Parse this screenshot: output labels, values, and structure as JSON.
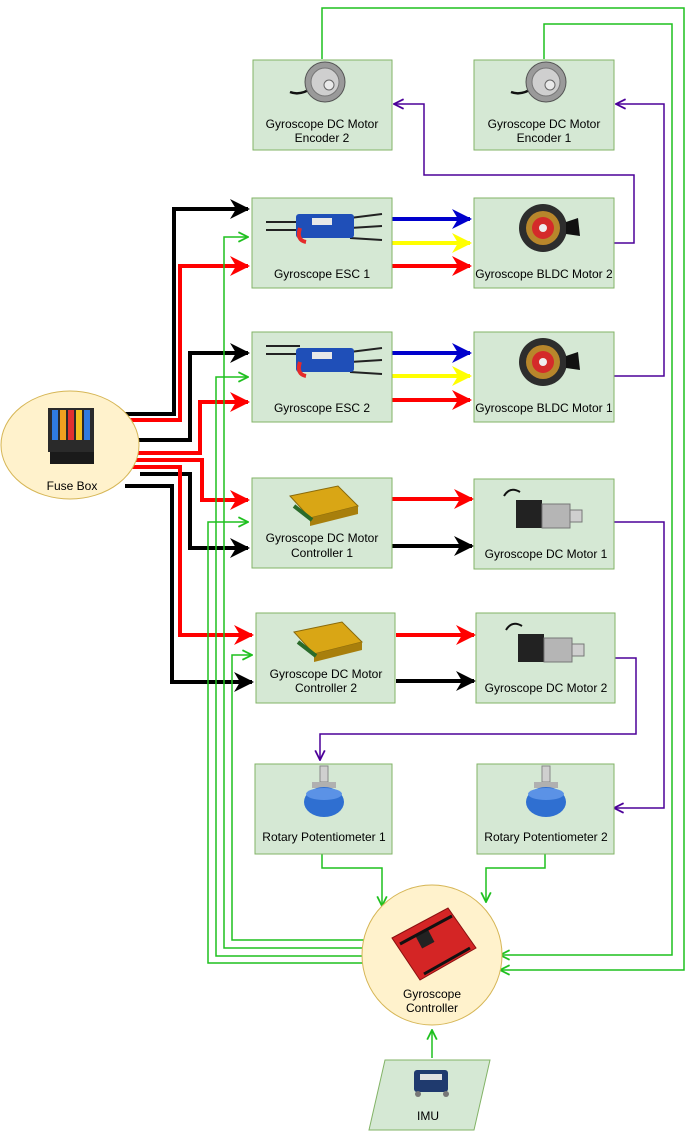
{
  "nodes": {
    "encoder2": {
      "label_lines": [
        "Gyroscope DC Motor",
        "Encoder 2"
      ],
      "icon": "encoder-icon"
    },
    "encoder1": {
      "label_lines": [
        "Gyroscope DC Motor",
        "Encoder 1"
      ],
      "icon": "encoder-icon"
    },
    "esc1": {
      "label_lines": [
        "Gyroscope ESC 1"
      ],
      "icon": "esc-icon"
    },
    "esc2": {
      "label_lines": [
        "Gyroscope ESC 2"
      ],
      "icon": "esc-icon"
    },
    "bldc2": {
      "label_lines": [
        "Gyroscope BLDC Motor 2"
      ],
      "icon": "bldc-motor-icon"
    },
    "bldc1": {
      "label_lines": [
        "Gyroscope BLDC Motor 1"
      ],
      "icon": "bldc-motor-icon"
    },
    "dcctrl1": {
      "label_lines": [
        "Gyroscope DC Motor",
        "Controller 1"
      ],
      "icon": "motor-controller-icon"
    },
    "dcctrl2": {
      "label_lines": [
        "Gyroscope DC Motor",
        "Controller 2"
      ],
      "icon": "motor-controller-icon"
    },
    "dcmotor1": {
      "label_lines": [
        "Gyroscope DC Motor 1"
      ],
      "icon": "dc-motor-icon"
    },
    "dcmotor2": {
      "label_lines": [
        "Gyroscope DC Motor 2"
      ],
      "icon": "dc-motor-icon"
    },
    "pot1": {
      "label_lines": [
        "Rotary Potentiometer 1"
      ],
      "icon": "potentiometer-icon"
    },
    "pot2": {
      "label_lines": [
        "Rotary Potentiometer 2"
      ],
      "icon": "potentiometer-icon"
    },
    "fusebox": {
      "label_lines": [
        "Fuse Box"
      ],
      "icon": "fuse-box-icon"
    },
    "controller": {
      "label_lines": [
        "Gyroscope",
        "Controller"
      ],
      "icon": "microcontroller-board-icon"
    },
    "imu": {
      "label_lines": [
        "IMU"
      ],
      "icon": "imu-sensor-icon"
    }
  },
  "colors": {
    "box_fill": "#d5e8d4",
    "box_stroke": "#82b366",
    "ellipse_fill": "#fff2cc",
    "ellipse_stroke": "#d6b656",
    "power_black": "#000000",
    "power_red": "#ff0000",
    "phase_blue": "#0000cc",
    "phase_yellow": "#ffff00",
    "feedback_purple": "#4c0099",
    "signal_green": "#1fc01f"
  }
}
